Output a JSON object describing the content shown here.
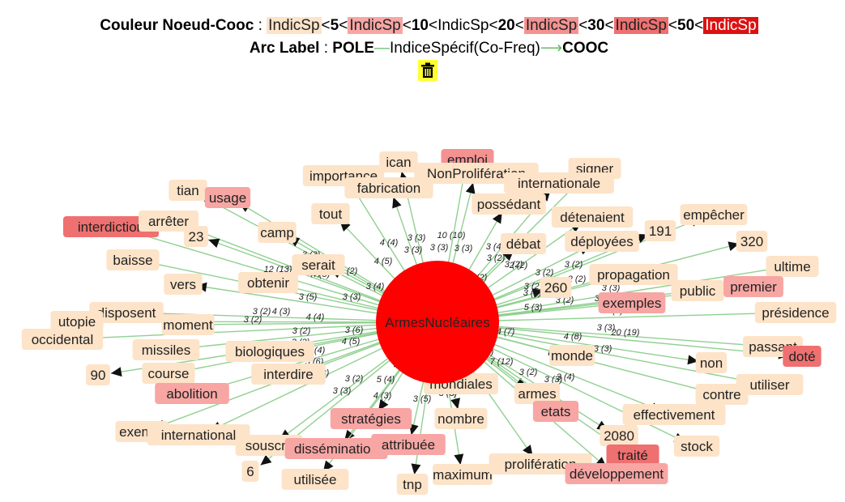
{
  "legend": {
    "title_label": "Couleur Noeud-Cooc",
    "colon": " : ",
    "lt": "<",
    "items": [
      {
        "text": "IndicSp",
        "bg": "#fde3c8",
        "fg": "#222222"
      },
      {
        "text": "IndicSp",
        "bg": "#f7a6a4",
        "fg": "#222222"
      },
      {
        "text": "IndicSp",
        "bg": "#f49292",
        "fg": "#222222"
      },
      {
        "text": "IndicSp",
        "bg": "#ef7070",
        "fg": "#222222"
      },
      {
        "text": "IndicSp",
        "bg": "#dd1111",
        "fg": "#ffffff"
      }
    ],
    "thresholds": [
      "5",
      "10",
      "20",
      "30",
      "50"
    ],
    "arc_label_title": "Arc Label",
    "arc_pole": "POLE",
    "arc_dash": "—",
    "arc_middle": "IndiceSpécif(Co-Freq)",
    "arc_arrow": "⟶",
    "arc_cooc": "COOC"
  },
  "toolbar": {
    "delete_icon": "trash-icon"
  },
  "graph": {
    "center": {
      "label": "ArmesNucléaires",
      "color": "#ff0000"
    },
    "edge_color": "#90d090",
    "arrow_color": "#111111",
    "nodes": [
      {
        "id": "ican",
        "label": "ican",
        "cls": 1
      },
      {
        "id": "emploi",
        "label": "emploi",
        "cls": 3
      },
      {
        "id": "nonprolif",
        "label": "NonProlifération",
        "cls": 1
      },
      {
        "id": "signer",
        "label": "signer",
        "cls": 1
      },
      {
        "id": "importance",
        "label": "importance",
        "cls": 1
      },
      {
        "id": "fabrication",
        "label": "fabrication",
        "cls": 1
      },
      {
        "id": "internationale",
        "label": "internationale",
        "cls": 1
      },
      {
        "id": "tian",
        "label": "tian",
        "cls": 1
      },
      {
        "id": "usage",
        "label": "usage",
        "cls": 2
      },
      {
        "id": "possedant",
        "label": "possédant",
        "cls": 1
      },
      {
        "id": "tout",
        "label": "tout",
        "cls": 1
      },
      {
        "id": "detenaient",
        "label": "détenaient",
        "cls": 1
      },
      {
        "id": "empecher",
        "label": "empêcher",
        "cls": 1
      },
      {
        "id": "interdiction",
        "label": "interdiction",
        "cls": 4
      },
      {
        "id": "arreter",
        "label": "arrêter",
        "cls": 1
      },
      {
        "id": "camp",
        "label": "camp",
        "cls": 1
      },
      {
        "id": "n191",
        "label": "191",
        "cls": 1
      },
      {
        "id": "n23",
        "label": "23",
        "cls": 1
      },
      {
        "id": "debat",
        "label": "débat",
        "cls": 1
      },
      {
        "id": "deployees",
        "label": "déployées",
        "cls": 1
      },
      {
        "id": "n320",
        "label": "320",
        "cls": 1
      },
      {
        "id": "baisse",
        "label": "baisse",
        "cls": 1
      },
      {
        "id": "serait",
        "label": "serait",
        "cls": 1
      },
      {
        "id": "ultime",
        "label": "ultime",
        "cls": 1
      },
      {
        "id": "propagation",
        "label": "propagation",
        "cls": 1
      },
      {
        "id": "vers",
        "label": "vers",
        "cls": 1
      },
      {
        "id": "obtenir",
        "label": "obtenir",
        "cls": 1
      },
      {
        "id": "n260",
        "label": "260",
        "cls": 1
      },
      {
        "id": "public",
        "label": "public",
        "cls": 1
      },
      {
        "id": "premier",
        "label": "premier",
        "cls": 2
      },
      {
        "id": "exemples",
        "label": "exemples",
        "cls": 2
      },
      {
        "id": "disposent",
        "label": "disposent",
        "cls": 1
      },
      {
        "id": "utopie",
        "label": "utopie",
        "cls": 1
      },
      {
        "id": "moment",
        "label": "moment",
        "cls": 1
      },
      {
        "id": "presidence",
        "label": "présidence",
        "cls": 1
      },
      {
        "id": "occidental",
        "label": "occidental",
        "cls": 1
      },
      {
        "id": "missiles",
        "label": "missiles",
        "cls": 1
      },
      {
        "id": "biologiques",
        "label": "biologiques",
        "cls": 1
      },
      {
        "id": "passant",
        "label": "passant",
        "cls": 1
      },
      {
        "id": "dote",
        "label": "doté",
        "cls": 4
      },
      {
        "id": "monde",
        "label": "monde",
        "cls": 1
      },
      {
        "id": "non",
        "label": "non",
        "cls": 1
      },
      {
        "id": "n90",
        "label": "90",
        "cls": 1
      },
      {
        "id": "course",
        "label": "course",
        "cls": 1
      },
      {
        "id": "interdire",
        "label": "interdire",
        "cls": 1
      },
      {
        "id": "mondiales",
        "label": "mondiales",
        "cls": 1
      },
      {
        "id": "utiliser",
        "label": "utiliser",
        "cls": 1
      },
      {
        "id": "armes",
        "label": "armes",
        "cls": 1
      },
      {
        "id": "contre",
        "label": "contre",
        "cls": 1
      },
      {
        "id": "abolition",
        "label": "abolition",
        "cls": 2
      },
      {
        "id": "etats",
        "label": "etats",
        "cls": 2
      },
      {
        "id": "effectivement",
        "label": "effectivement",
        "cls": 1
      },
      {
        "id": "strategies",
        "label": "stratégies",
        "cls": 2
      },
      {
        "id": "nombre",
        "label": "nombre",
        "cls": 1
      },
      {
        "id": "exempt",
        "label": "exempt",
        "cls": 1
      },
      {
        "id": "international",
        "label": "international",
        "cls": 1
      },
      {
        "id": "n2080",
        "label": "2080",
        "cls": 1
      },
      {
        "id": "stock",
        "label": "stock",
        "cls": 1
      },
      {
        "id": "souscrit",
        "label": "souscrit",
        "cls": 1
      },
      {
        "id": "dissemination",
        "label": "dissémination",
        "cls": 2
      },
      {
        "id": "attribuee",
        "label": "attribuée",
        "cls": 2
      },
      {
        "id": "traite",
        "label": "traité",
        "cls": 4
      },
      {
        "id": "n6",
        "label": "6",
        "cls": 1
      },
      {
        "id": "utilisee",
        "label": "utilisée",
        "cls": 1
      },
      {
        "id": "maximum",
        "label": "maximum",
        "cls": 1
      },
      {
        "id": "proliferation",
        "label": "prolifération",
        "cls": 1
      },
      {
        "id": "developpement",
        "label": "développement",
        "cls": 2
      },
      {
        "id": "tnp",
        "label": "tnp",
        "cls": 1
      }
    ],
    "edge_labels": [
      "3 (3)",
      "10 (10)",
      "3 (3)",
      "4 (4)",
      "3 (3)",
      "4 (5)",
      "3 (3)",
      "3 (4)",
      "3 (2)",
      "3 (3)",
      "4 (5)",
      "5 (5)",
      "12 (13)",
      "3 (3)",
      "3 (2)",
      "3 (5)",
      "3 (3)",
      "3 (4)",
      "3 (2)",
      "3 (2)",
      "3 (2)",
      "4 (3)",
      "3 (2)",
      "4 (4)",
      "3 (2)",
      "3 (3)",
      "3 (4)",
      "2 (3)",
      "4 (5)",
      "5 (6)",
      "3 (2)",
      "3 (3)",
      "5 (4)",
      "4 (3)",
      "4 (3)",
      "4 (7)",
      "3 (5)",
      "3 (4)",
      "3 (2)",
      "2 (2)",
      "3 (2)",
      "3 (2)",
      "2 (2)",
      "3 (2)",
      "3 (2)",
      "2 (2)",
      "3 (3)",
      "3 (2)",
      "5 (3)",
      "3 (3)",
      "3 (2)",
      "3 (2)",
      "4 (7)",
      "4 (8)",
      "3 (3)",
      "20 (19)",
      "3 (3)",
      "4 (3)",
      "7 (12)",
      "3 (2)",
      "3 (3)",
      "3 (4)",
      "4 (5)",
      "3 (3)",
      "4 (5)",
      "3 (6)"
    ]
  }
}
